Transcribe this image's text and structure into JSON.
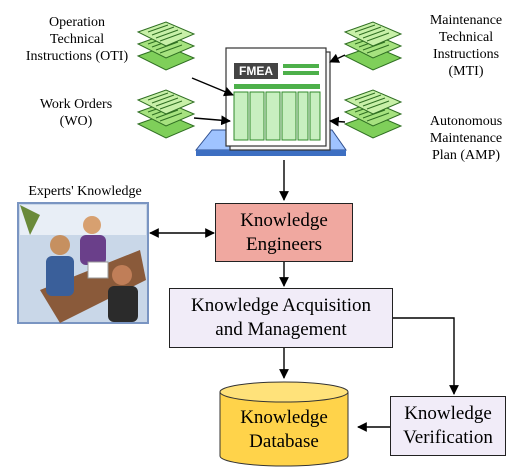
{
  "sources": {
    "oti": {
      "line1": "Operation",
      "line2": "Technical",
      "line3": "Instructions (OTI)"
    },
    "wo": {
      "line1": "Work Orders",
      "line2": "(WO)"
    },
    "mti": {
      "line1": "Maintenance",
      "line2": "Technical",
      "line3": "Instructions",
      "line4": "(MTI)"
    },
    "amp": {
      "line1": "Autonomous",
      "line2": "Maintenance",
      "line3": "Plan (AMP)"
    }
  },
  "fmea": {
    "label": "FMEA"
  },
  "experts": {
    "label": "Experts' Knowledge"
  },
  "boxes": {
    "engineers": {
      "line1": "Knowledge",
      "line2": "Engineers",
      "fill": "#f0a8a0"
    },
    "acquisition": {
      "line1": "Knowledge Acquisition",
      "line2": "and Management",
      "fill": "#f1ecf8"
    },
    "database": {
      "line1": "Knowledge",
      "line2": "Database",
      "fill": "#ffd34a"
    },
    "verification": {
      "line1": "Knowledge",
      "line2": "Verification",
      "fill": "#f1ecf8"
    }
  },
  "colors": {
    "doc_green": "#8fd86a",
    "doc_green_dark": "#3a8a2a",
    "screen_blue": "#9fc3ff",
    "arrow": "#000000"
  }
}
